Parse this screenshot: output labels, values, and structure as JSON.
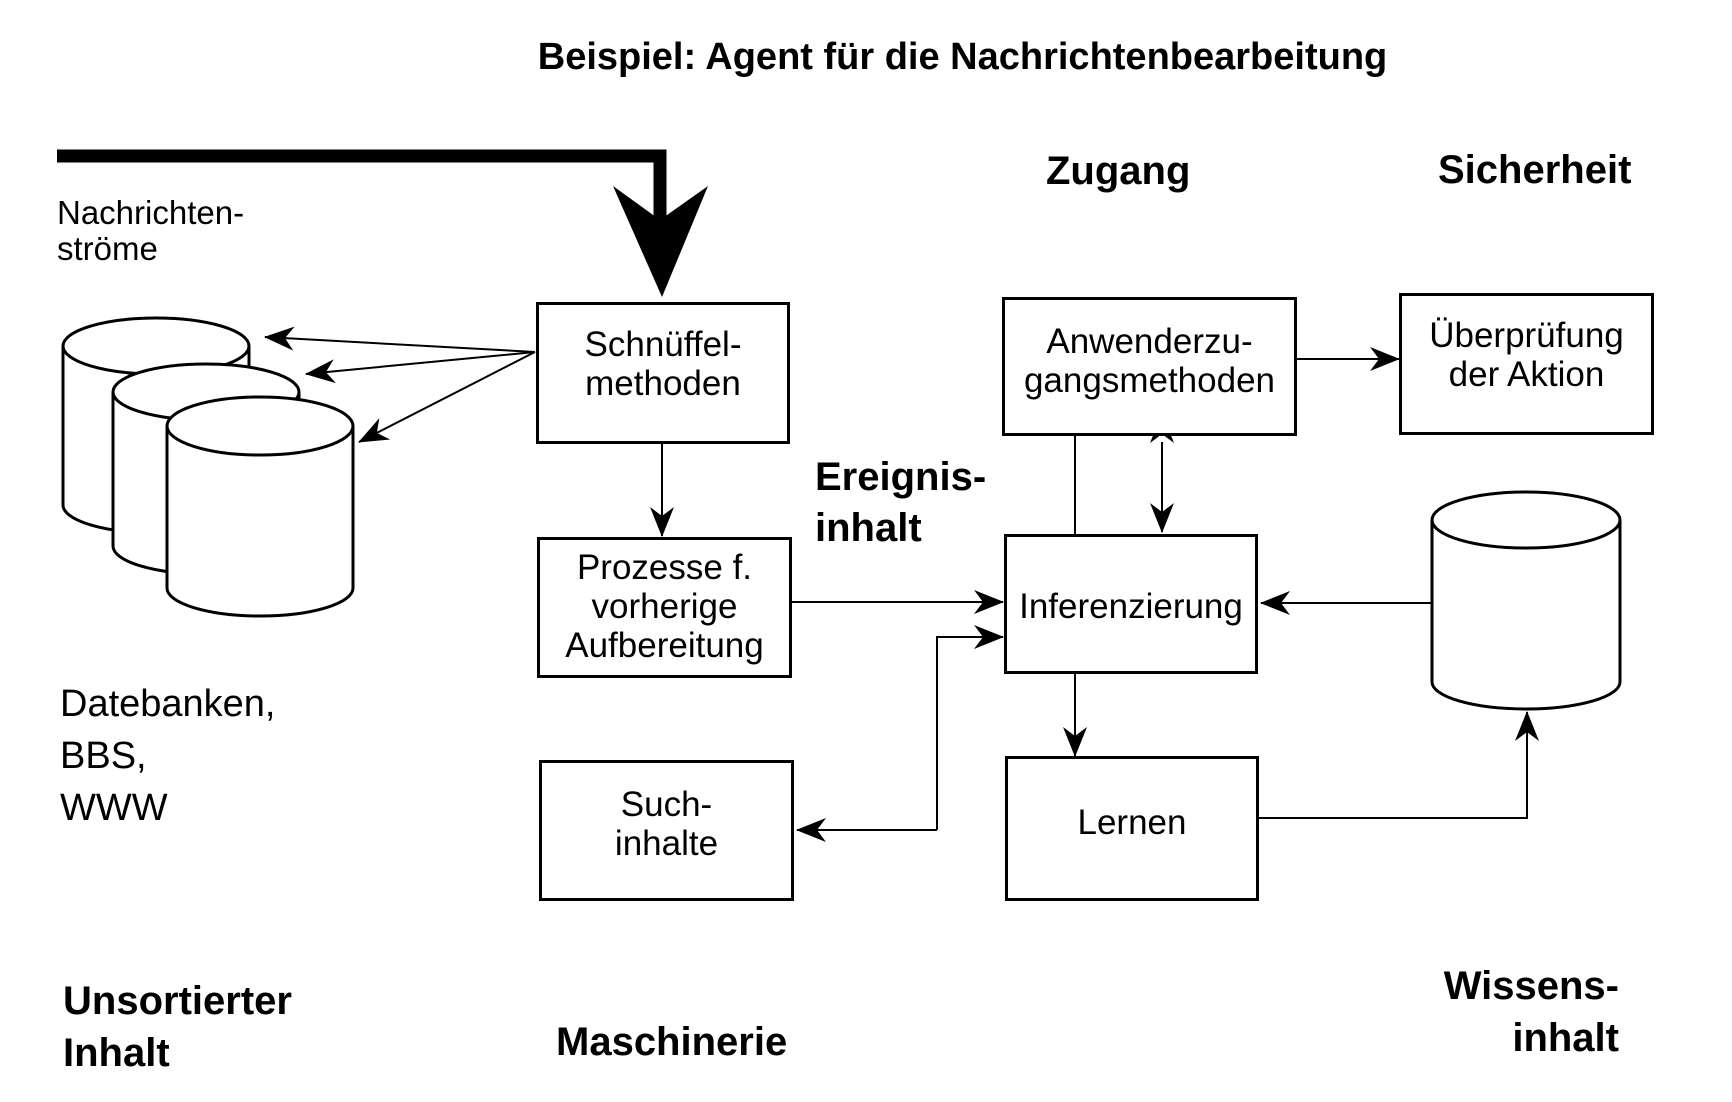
{
  "title": "Beispiel: Agent für die Nachrichtenbearbeitung",
  "colors": {
    "ink": "#000000",
    "background": "#ffffff"
  },
  "labels": {
    "stream": [
      "Nachrichten-",
      "ströme"
    ],
    "databases": [
      "Datebanken,",
      "BBS,",
      "WWW"
    ],
    "event_content": [
      "Ereignis-",
      "inhalt"
    ],
    "access": "Zugang",
    "security": "Sicherheit",
    "unsorted": [
      "Unsortierter",
      "Inhalt"
    ],
    "machinery": "Maschinerie",
    "knowledge": [
      "Wissens-",
      "inhalt"
    ]
  },
  "boxes": {
    "sniffing": [
      "Schnüffel-",
      "methoden"
    ],
    "preprocessing": [
      "Prozesse f.",
      "vorherige",
      "Aufbereitung"
    ],
    "search": [
      "Such-",
      "inhalte"
    ],
    "user_access": [
      "Anwenderzu-",
      "gangsmethoden"
    ],
    "action_check": [
      "Überprüfung",
      "der Aktion"
    ],
    "inference": [
      "Inferenzierung"
    ],
    "learning": [
      "Lernen"
    ]
  },
  "icons": {
    "source_databases": "database-stack-icon",
    "knowledge_base": "database-icon"
  },
  "edges": [
    {
      "from": "message-streams",
      "to": "sniffing",
      "style": "thick"
    },
    {
      "from": "sniffing",
      "to": "database-1"
    },
    {
      "from": "sniffing",
      "to": "database-2"
    },
    {
      "from": "sniffing",
      "to": "database-3"
    },
    {
      "from": "sniffing",
      "to": "preprocessing"
    },
    {
      "from": "preprocessing",
      "to": "inference"
    },
    {
      "from": "search",
      "to": "inference"
    },
    {
      "from": "inference",
      "to": "search"
    },
    {
      "from": "user_access",
      "to": "action_check"
    },
    {
      "from": "user_access",
      "to": "inference",
      "bidirectional": true
    },
    {
      "from": "knowledge_base",
      "to": "inference"
    },
    {
      "from": "inference",
      "to": "learning"
    },
    {
      "from": "learning",
      "to": "knowledge_base"
    }
  ]
}
